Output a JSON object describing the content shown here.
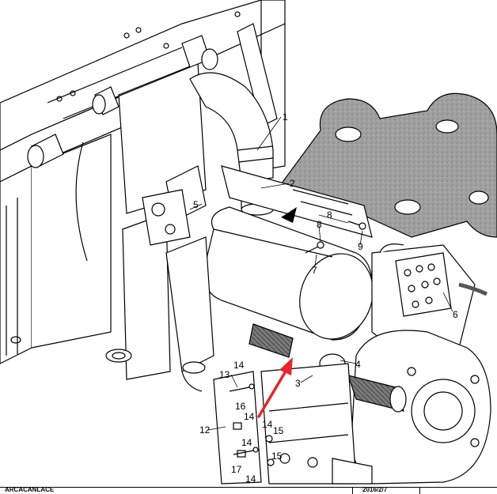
{
  "diagram": {
    "callouts": [
      "1",
      "2",
      "3",
      "4",
      "5",
      "6",
      "7",
      "8",
      "8",
      "9",
      "12",
      "13",
      "14",
      "14",
      "14",
      "14",
      "14",
      "15",
      "15",
      "16",
      "17"
    ],
    "arrow_color": "#e8252a",
    "line_color": "#000000",
    "gasket_color": "#9a9a9a"
  },
  "footer": {
    "doc_text": "ARCACANLACE",
    "date_text": "2016/2/7"
  }
}
